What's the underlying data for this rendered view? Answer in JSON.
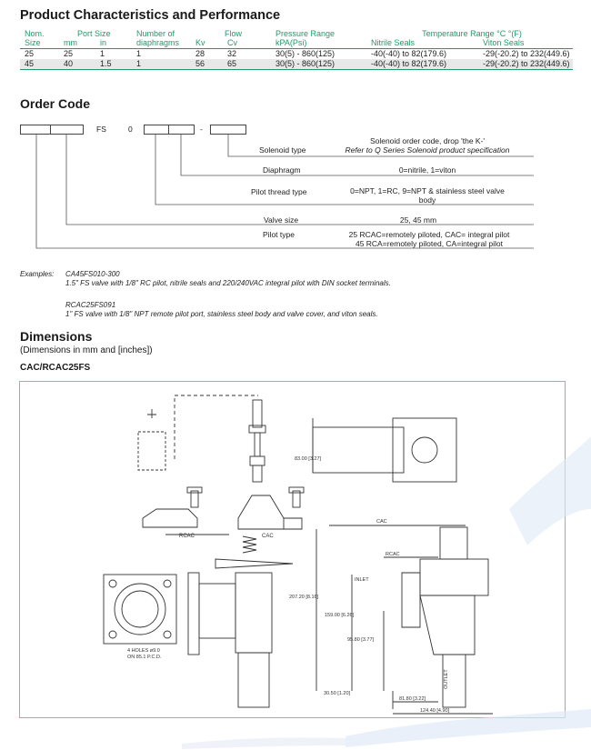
{
  "page": {
    "title": "Product Characteristics and Performance",
    "order_code_heading": "Order Code",
    "dimensions_heading": "Dimensions",
    "dimensions_sub": "(Dimensions in mm and [inches])",
    "model_heading": "CAC/RCAC25FS"
  },
  "colors": {
    "accent": "#1f9a6a",
    "row_alt": "#e8e8e8"
  },
  "spec_table": {
    "h1": {
      "nom": "Nom.",
      "port": "Port Size",
      "diaph": "Number of",
      "flow": "Flow",
      "pressure": "Pressure Range",
      "temp": "Temperature Range °C °(F)"
    },
    "h2": {
      "size": "Size",
      "mm": "mm",
      "in": "in",
      "diaph": "diaphragms",
      "kv": "Kv",
      "cv": "Cv",
      "pressure": "kPA(Psi)",
      "nitrile": "Nitrile Seals",
      "viton": "Viton Seals"
    },
    "rows": [
      {
        "size": "25",
        "mm": "25",
        "in": "1",
        "diaph": "1",
        "kv": "28",
        "cv": "32",
        "pressure": "30(5) - 860(125)",
        "nitrile": "-40(-40) to 82(179.6)",
        "viton": "-29(-20.2) to 232(449.6)"
      },
      {
        "size": "45",
        "mm": "40",
        "in": "1.5",
        "diaph": "1",
        "kv": "56",
        "cv": "65",
        "pressure": "30(5) - 860(125)",
        "nitrile": "-40(-40) to 82(179.6)",
        "viton": "-29(-20.2) to 232(449.6)"
      }
    ]
  },
  "order_code": {
    "fs": "FS",
    "zero": "0",
    "dash": "-",
    "items": [
      {
        "label": "Solenoid type",
        "desc_line1": "Solenoid order code, drop 'the K-'",
        "desc_line2": "Refer to Q Series Solenoid product specification"
      },
      {
        "label": "Diaphragm",
        "desc_line1": "0=nitrile, 1=viton",
        "desc_line2": ""
      },
      {
        "label": "Pilot thread type",
        "desc_line1": "0=NPT, 1=RC, 9=NPT & stainless steel valve",
        "desc_line2": "body"
      },
      {
        "label": "Valve size",
        "desc_line1": "25, 45 mm",
        "desc_line2": ""
      },
      {
        "label": "Pilot type",
        "desc_line1": "25 RCAC=remotely piloted, CAC= integral pilot",
        "desc_line2": "45 RCA=remotely piloted, CA=integral pilot"
      }
    ]
  },
  "examples": {
    "label": "Examples:",
    "ex1_code": "CA45FS010-300",
    "ex1_desc": "1.5\" FS valve with 1/8\" RC pilot, nitrile seals and 220/240VAC integral pilot with DIN socket terminals.",
    "ex2_code": "RCAC25FS091",
    "ex2_desc": "1\" FS valve with 1/8\" NPT remote pilot port, stainless steel body and valve cover, and viton seals."
  },
  "drawing": {
    "rcac": "RCAC",
    "cac": "CAC",
    "holes1": "4 HOLES ø9.0",
    "holes2": "ON 85.1 P.C.D.",
    "dim_83": "83.00 [3.27]",
    "dim_207": "207.20 [8.16]",
    "dim_159": "159.00 [6.26]",
    "dim_95": "95.80 [3.77]",
    "dim_30": "30.50 [1.20]",
    "dim_81": "81.80 [3.22]",
    "dim_124": "124.40 [4.90]",
    "inlet": "INLET",
    "outlet": "OUTLET"
  }
}
